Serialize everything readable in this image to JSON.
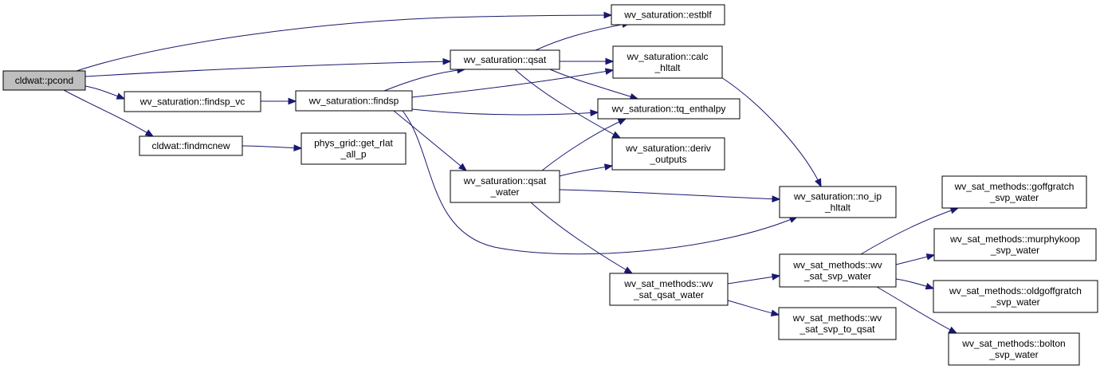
{
  "graph": {
    "nodes": [
      {
        "id": "pcond",
        "lines": [
          "cldwat::pcond"
        ],
        "root": true
      },
      {
        "id": "estblf",
        "lines": [
          "wv_saturation::estblf"
        ]
      },
      {
        "id": "qsat",
        "lines": [
          "wv_saturation::qsat"
        ]
      },
      {
        "id": "calc_hltalt",
        "lines": [
          "wv_saturation::calc",
          "_hltalt"
        ]
      },
      {
        "id": "findsp_vc",
        "lines": [
          "wv_saturation::findsp_vc"
        ]
      },
      {
        "id": "findsp",
        "lines": [
          "wv_saturation::findsp"
        ]
      },
      {
        "id": "tq_enthalpy",
        "lines": [
          "wv_saturation::tq_enthalpy"
        ]
      },
      {
        "id": "findmcnew",
        "lines": [
          "cldwat::findmcnew"
        ]
      },
      {
        "id": "get_rlat",
        "lines": [
          "phys_grid::get_rlat",
          "_all_p"
        ]
      },
      {
        "id": "deriv_outputs",
        "lines": [
          "wv_saturation::deriv",
          "_outputs"
        ]
      },
      {
        "id": "qsat_water",
        "lines": [
          "wv_saturation::qsat",
          "_water"
        ]
      },
      {
        "id": "no_ip_hltalt",
        "lines": [
          "wv_saturation::no_ip",
          "_hltalt"
        ]
      },
      {
        "id": "goffgratch",
        "lines": [
          "wv_sat_methods::goffgratch",
          "_svp_water"
        ]
      },
      {
        "id": "sat_svp_water",
        "lines": [
          "wv_sat_methods::wv",
          "_sat_svp_water"
        ]
      },
      {
        "id": "murphykoop",
        "lines": [
          "wv_sat_methods::murphykoop",
          "_svp_water"
        ]
      },
      {
        "id": "sat_qsat_water",
        "lines": [
          "wv_sat_methods::wv",
          "_sat_qsat_water"
        ]
      },
      {
        "id": "oldgoffgratch",
        "lines": [
          "wv_sat_methods::oldgoffgratch",
          "_svp_water"
        ]
      },
      {
        "id": "svp_to_qsat",
        "lines": [
          "wv_sat_methods::wv",
          "_sat_svp_to_qsat"
        ]
      },
      {
        "id": "bolton",
        "lines": [
          "wv_sat_methods::bolton",
          "_svp_water"
        ]
      }
    ],
    "edges": [
      [
        "pcond",
        "estblf"
      ],
      [
        "pcond",
        "qsat"
      ],
      [
        "pcond",
        "findsp_vc"
      ],
      [
        "pcond",
        "findmcnew"
      ],
      [
        "qsat",
        "estblf"
      ],
      [
        "qsat",
        "calc_hltalt"
      ],
      [
        "qsat",
        "tq_enthalpy"
      ],
      [
        "qsat",
        "deriv_outputs"
      ],
      [
        "findsp_vc",
        "findsp"
      ],
      [
        "findsp",
        "qsat"
      ],
      [
        "findsp",
        "calc_hltalt"
      ],
      [
        "findsp",
        "tq_enthalpy"
      ],
      [
        "findsp",
        "qsat_water"
      ],
      [
        "findsp",
        "no_ip_hltalt"
      ],
      [
        "findmcnew",
        "get_rlat"
      ],
      [
        "calc_hltalt",
        "no_ip_hltalt"
      ],
      [
        "qsat_water",
        "tq_enthalpy"
      ],
      [
        "qsat_water",
        "deriv_outputs"
      ],
      [
        "qsat_water",
        "no_ip_hltalt"
      ],
      [
        "qsat_water",
        "sat_qsat_water"
      ],
      [
        "sat_qsat_water",
        "sat_svp_water"
      ],
      [
        "sat_qsat_water",
        "svp_to_qsat"
      ],
      [
        "sat_svp_water",
        "goffgratch"
      ],
      [
        "sat_svp_water",
        "murphykoop"
      ],
      [
        "sat_svp_water",
        "oldgoffgratch"
      ],
      [
        "sat_svp_water",
        "bolton"
      ]
    ]
  }
}
